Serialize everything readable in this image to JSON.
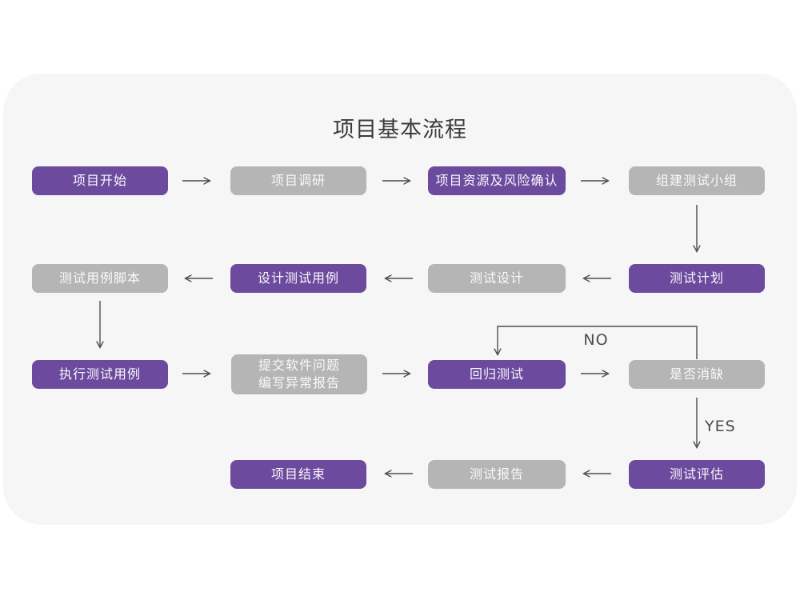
{
  "title": "项目基本流程",
  "labels": {
    "no": "NO",
    "yes": "YES"
  },
  "nodes": {
    "project_start": {
      "label": "项目开始",
      "variant": "purple"
    },
    "project_research": {
      "label": "项目调研",
      "variant": "gray"
    },
    "resource_risk": {
      "label": "项目资源及风险确认",
      "variant": "purple"
    },
    "build_team": {
      "label": "组建测试小组",
      "variant": "gray"
    },
    "test_plan": {
      "label": "测试计划",
      "variant": "purple"
    },
    "test_design": {
      "label": "测试设计",
      "variant": "gray"
    },
    "design_cases": {
      "label": "设计测试用例",
      "variant": "purple"
    },
    "case_script": {
      "label": "测试用例脚本",
      "variant": "gray"
    },
    "execute_cases": {
      "label": "执行测试用例",
      "variant": "purple"
    },
    "submit_report": {
      "label": "提交软件问题\n编写异常报告",
      "variant": "gray"
    },
    "regression_test": {
      "label": "回归测试",
      "variant": "purple"
    },
    "defect_cleared": {
      "label": "是否消缺",
      "variant": "gray"
    },
    "test_evaluation": {
      "label": "测试评估",
      "variant": "purple"
    },
    "test_report": {
      "label": "测试报告",
      "variant": "gray"
    },
    "project_end": {
      "label": "项目结束",
      "variant": "purple"
    }
  },
  "colors": {
    "purple": "#6c4a9e",
    "gray": "#b5b5b5",
    "card_background": "#f6f6f7",
    "arrow": "#4d4d4d",
    "title_text": "#3b3b3b"
  }
}
